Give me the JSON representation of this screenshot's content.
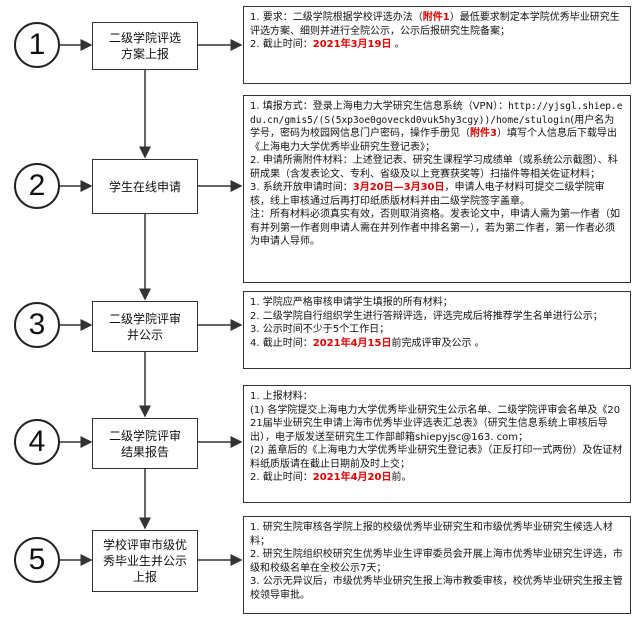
{
  "steps": [
    {
      "num": "1",
      "title": "二级学院评选方案上报"
    },
    {
      "num": "2",
      "title": "学生在线申请"
    },
    {
      "num": "3",
      "title": "二级学院评审并公示"
    },
    {
      "num": "4",
      "title": "二级学院评审结果报告"
    },
    {
      "num": "5",
      "title": "学校评审市级优秀毕业生并公示上报"
    }
  ],
  "details": {
    "s1": {
      "a": "1. 要求：二级学院根据学校评选办法（",
      "a_red": "附件1",
      "a2": "）最低要求制定本学院优秀毕业研究生评选方案、细则并进行全院公示，公示后报研究生院备案；",
      "b": "2. 截止时间：",
      "b_red": "2021年3月19日",
      "b2": " 。"
    },
    "s2": {
      "a": "1. 填报方式：登录上海电力大学研究生信息系统（VPN）：",
      "url": "http://yjsgl.shiep.edu.cn/gmis5/(S(5xp3oe0goveckd0vuk5hy3cgy))/home/stulogin",
      "a3": "(用户名为学号，密码为校园网信息门户密码，操作手册见（",
      "a_red": "附件3",
      "a4": "）填写个人信息后下载导出《上海电力大学优秀毕业研究生登记表》；",
      "b": "2. 申请所需附件材料：上述登记表、研究生课程学习成绩单（或系统公示截图）、科研成果（含发表论文、专利、省级及以上竞赛获奖等）扫描件等相关佐证材料；",
      "c": "3. 系统开放申请时间：",
      "c_red": "3月20日—3月30日",
      "c2": "，申请人电子材料可提交二级学院审核，线上审核通过后再打印纸质版材料并由二级学院签字盖章。",
      "d": "注：所有材料必须真实有效，否则取消资格。发表论文中，申请人需为第一作者（如有并列第一作者则申请人需在并列作者中排名第一），若为第二作者，第一作者必须为申请人导师。"
    },
    "s3": {
      "a": "1. 学院应严格审核申请学生填报的所有材料；",
      "b": "2. 二级学院自行组织学生进行答辩评选，评选完成后将推荐学生名单进行公示；",
      "c": "3. 公示时间不少于5个工作日；",
      "d": "4. 截止时间：",
      "d_red": "2021年4月15日",
      "d2": "前完成评审及公示 。"
    },
    "s4": {
      "a": "1. 上报材料：",
      "b": "(1) 各学院提交上海电力大学优秀毕业研究生公示名单、二级学院评审会名单及《2021届毕业研究生申请上海市优秀毕业评选表汇总表》（研究生信息系统上审核后导出），电子版发送至研究生工作部邮箱shiepyjsc@163. com；",
      "c": "(2) 盖章后的《上海电力大学优秀毕业研究生登记表》（正反打印一式两份）及佐证材料纸质版请在截止日期前及时上交；",
      "d": "2. 截止时间：",
      "d_red": "2021年4月20日",
      "d2": "前。"
    },
    "s5": {
      "a": "1. 研究生院审核各学院上报的校级优秀毕业研究生和市级优秀毕业研究生候选人材料；",
      "b": "2. 研究生院组织校研究生优秀毕业生评审委员会开展上海市优秀毕业研究生评选，市级和校级名单在全校公示7天；",
      "c": "3. 公示无异议后，市级优秀毕业研究生报上海市教委审核，校优秀毕业研究生报主管校领导审批。"
    }
  }
}
